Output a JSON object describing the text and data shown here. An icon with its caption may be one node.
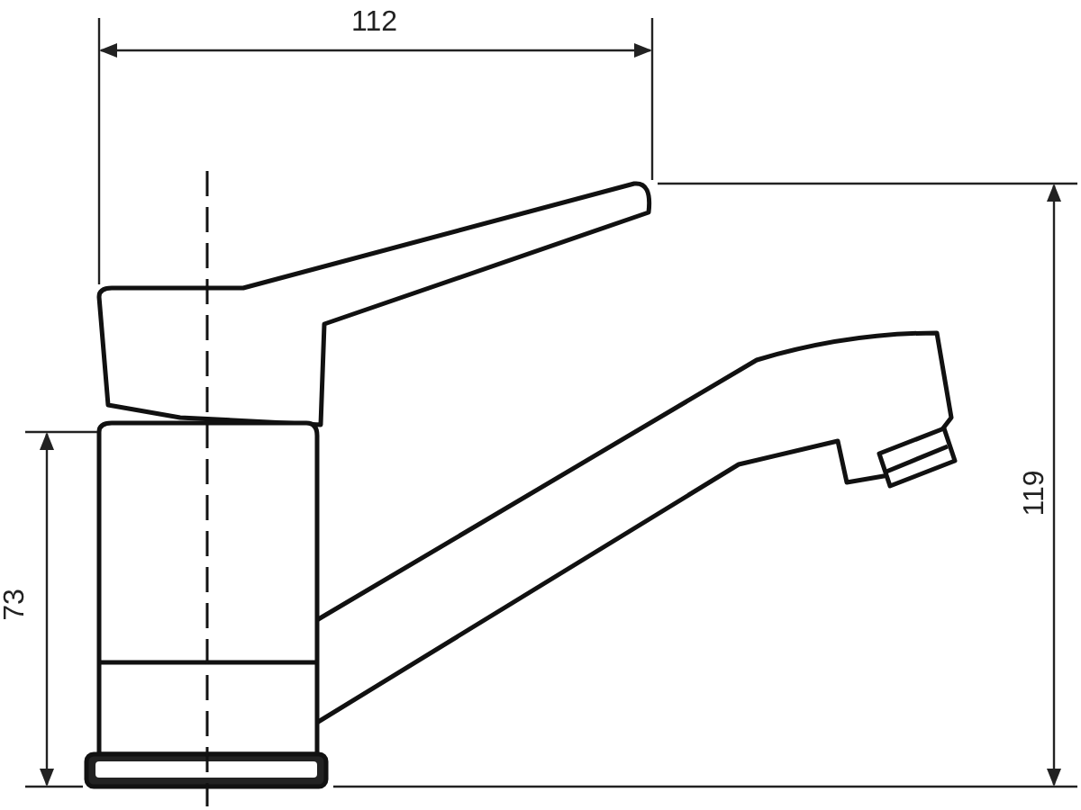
{
  "diagram": {
    "labels": [
      "112",
      "73",
      "119"
    ]
  }
}
